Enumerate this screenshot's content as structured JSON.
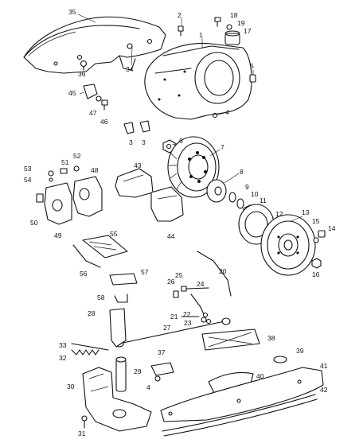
{
  "callouts": [
    {
      "id": "c1",
      "text": "1"
    },
    {
      "id": "c2",
      "text": "2"
    },
    {
      "id": "c3a",
      "text": "3"
    },
    {
      "id": "c3b",
      "text": "3"
    },
    {
      "id": "c4",
      "text": "4"
    },
    {
      "id": "c4b",
      "text": "4"
    },
    {
      "id": "c5",
      "text": "5"
    },
    {
      "id": "c6",
      "text": "6"
    },
    {
      "id": "c7",
      "text": "7"
    },
    {
      "id": "c8",
      "text": "8"
    },
    {
      "id": "c9",
      "text": "9"
    },
    {
      "id": "c10",
      "text": "10"
    },
    {
      "id": "c11",
      "text": "11"
    },
    {
      "id": "c12",
      "text": "12"
    },
    {
      "id": "c13",
      "text": "13"
    },
    {
      "id": "c14",
      "text": "14"
    },
    {
      "id": "c15",
      "text": "15"
    },
    {
      "id": "c16",
      "text": "16"
    },
    {
      "id": "c17",
      "text": "17"
    },
    {
      "id": "c18",
      "text": "18"
    },
    {
      "id": "c19",
      "text": "19"
    },
    {
      "id": "c20",
      "text": "20"
    },
    {
      "id": "c21",
      "text": "21"
    },
    {
      "id": "c22",
      "text": "22"
    },
    {
      "id": "c23",
      "text": "23"
    },
    {
      "id": "c24",
      "text": "24"
    },
    {
      "id": "c25",
      "text": "25"
    },
    {
      "id": "c26",
      "text": "26"
    },
    {
      "id": "c27",
      "text": "27"
    },
    {
      "id": "c28",
      "text": "28"
    },
    {
      "id": "c29",
      "text": "29"
    },
    {
      "id": "c30",
      "text": "30"
    },
    {
      "id": "c31",
      "text": "31"
    },
    {
      "id": "c32",
      "text": "32"
    },
    {
      "id": "c33",
      "text": "33"
    },
    {
      "id": "c34",
      "text": "34"
    },
    {
      "id": "c35",
      "text": "35"
    },
    {
      "id": "c36",
      "text": "36"
    },
    {
      "id": "c37",
      "text": "37"
    },
    {
      "id": "c38",
      "text": "38"
    },
    {
      "id": "c39",
      "text": "39"
    },
    {
      "id": "c40",
      "text": "40"
    },
    {
      "id": "c41",
      "text": "41"
    },
    {
      "id": "c42",
      "text": "42"
    },
    {
      "id": "c43",
      "text": "43"
    },
    {
      "id": "c44",
      "text": "44"
    },
    {
      "id": "c45",
      "text": "45"
    },
    {
      "id": "c46",
      "text": "46"
    },
    {
      "id": "c47",
      "text": "47"
    },
    {
      "id": "c48",
      "text": "48"
    },
    {
      "id": "c49",
      "text": "49"
    },
    {
      "id": "c50",
      "text": "50"
    },
    {
      "id": "c51",
      "text": "51"
    },
    {
      "id": "c52",
      "text": "52"
    },
    {
      "id": "c53",
      "text": "53"
    },
    {
      "id": "c54",
      "text": "54"
    },
    {
      "id": "c55",
      "text": "55"
    },
    {
      "id": "c56",
      "text": "56"
    },
    {
      "id": "c57",
      "text": "57"
    },
    {
      "id": "c58",
      "text": "58"
    }
  ]
}
